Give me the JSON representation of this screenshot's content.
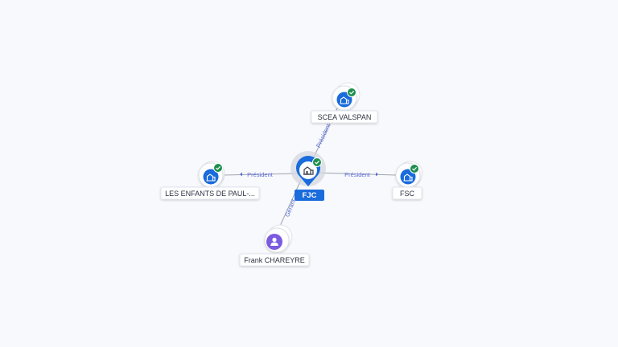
{
  "graph": {
    "center": {
      "label": "FJC",
      "icon": "building-icon",
      "verified": true
    },
    "nodes": [
      {
        "id": "scea",
        "label": "SCEA VALSPAN",
        "icon": "building-icon",
        "verified": true
      },
      {
        "id": "enfants",
        "label": "LES ENFANTS DE PAUL-...",
        "icon": "building-icon",
        "verified": true
      },
      {
        "id": "fsc",
        "label": "FSC",
        "icon": "building-icon",
        "verified": true
      },
      {
        "id": "frank",
        "label": "Frank CHAREYRE",
        "icon": "person-icon",
        "verified": false
      }
    ],
    "edges": [
      {
        "to": "scea",
        "label": "Président"
      },
      {
        "to": "enfants",
        "label": "Président"
      },
      {
        "to": "fsc",
        "label": "Président"
      },
      {
        "to": "frank",
        "label": "Gérant"
      }
    ]
  },
  "colors": {
    "background": "#f8f9fc",
    "accent": "#1a6bdc",
    "verified": "#1e8f4e",
    "person": "#7b5be0",
    "edge_label": "#5b6fd6"
  }
}
